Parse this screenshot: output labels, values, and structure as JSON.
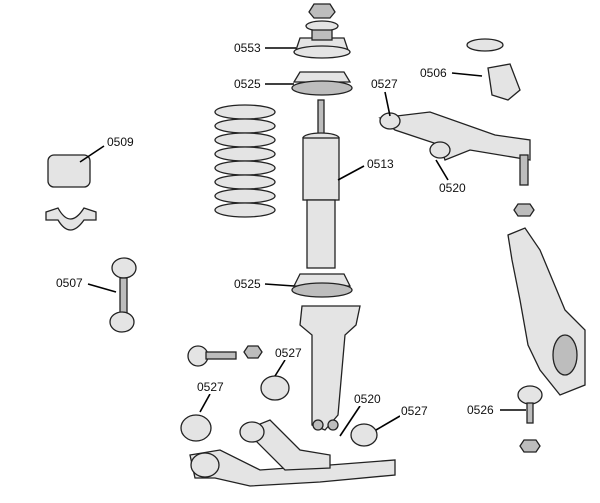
{
  "diagram": {
    "title": "Front suspension exploded view",
    "callouts": [
      {
        "id": "c1",
        "text": "0553"
      },
      {
        "id": "c2",
        "text": "0525"
      },
      {
        "id": "c3",
        "text": "0527"
      },
      {
        "id": "c4",
        "text": "0506"
      },
      {
        "id": "c5",
        "text": "0509"
      },
      {
        "id": "c6",
        "text": "0513"
      },
      {
        "id": "c7",
        "text": "0520"
      },
      {
        "id": "c8",
        "text": "0507"
      },
      {
        "id": "c9",
        "text": "0525"
      },
      {
        "id": "c10",
        "text": "0527"
      },
      {
        "id": "c11",
        "text": "0527"
      },
      {
        "id": "c12",
        "text": "0520"
      },
      {
        "id": "c13",
        "text": "0527"
      },
      {
        "id": "c14",
        "text": "0526"
      }
    ]
  }
}
